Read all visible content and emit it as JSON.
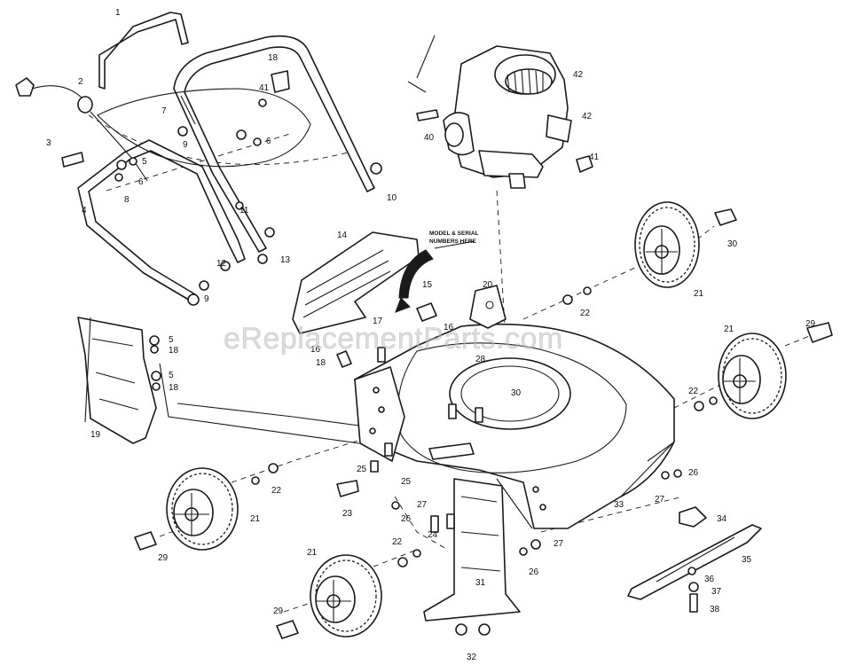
{
  "watermark": "eReplacementParts.com",
  "note": {
    "line1": "MODEL & SERIAL",
    "line2": "NUMBERS HERE"
  },
  "callouts": {
    "c1": "1",
    "c2": "2",
    "c3": "3",
    "c4": "4",
    "c5": "5",
    "c6": "6",
    "c7": "7",
    "c8": "8",
    "c9": "9",
    "c10": "10",
    "c11": "11",
    "c12": "12",
    "c13": "13",
    "c14": "14",
    "c15": "15",
    "c16": "16",
    "c17": "17",
    "c18": "18",
    "c19": "19",
    "c20": "20",
    "c21": "21",
    "c22": "22",
    "c23": "23",
    "c24": "24",
    "c25": "25",
    "c26": "26",
    "c27": "27",
    "c28": "28",
    "c29": "29",
    "c30": "30",
    "c31": "31",
    "c32": "32",
    "c33": "33",
    "c34": "34",
    "c35": "35",
    "c36": "36",
    "c37": "37",
    "c38": "38",
    "c40": "40",
    "c41": "41",
    "c42": "42"
  }
}
